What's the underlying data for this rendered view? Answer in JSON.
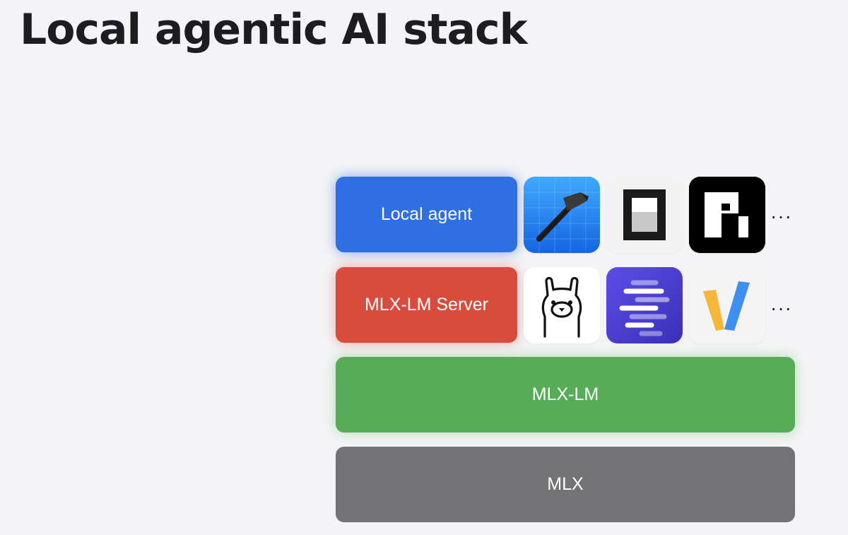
{
  "title": "Local agentic AI stack",
  "layers": {
    "agent": {
      "label": "Local agent",
      "color": "#2e6fe4"
    },
    "server": {
      "label": "MLX-LM Server",
      "color": "#d94b3d"
    },
    "mlxlm": {
      "label": "MLX-LM",
      "color": "#57ad57"
    },
    "mlx": {
      "label": "MLX",
      "color": "#737375"
    }
  },
  "agent_icons": [
    "xcode-hammer-icon",
    "opencode-icon",
    "pi-agent-icon"
  ],
  "server_icons": [
    "ollama-llama-icon",
    "lm-studio-icon",
    "v-logo-icon"
  ],
  "more_indicator": "···"
}
